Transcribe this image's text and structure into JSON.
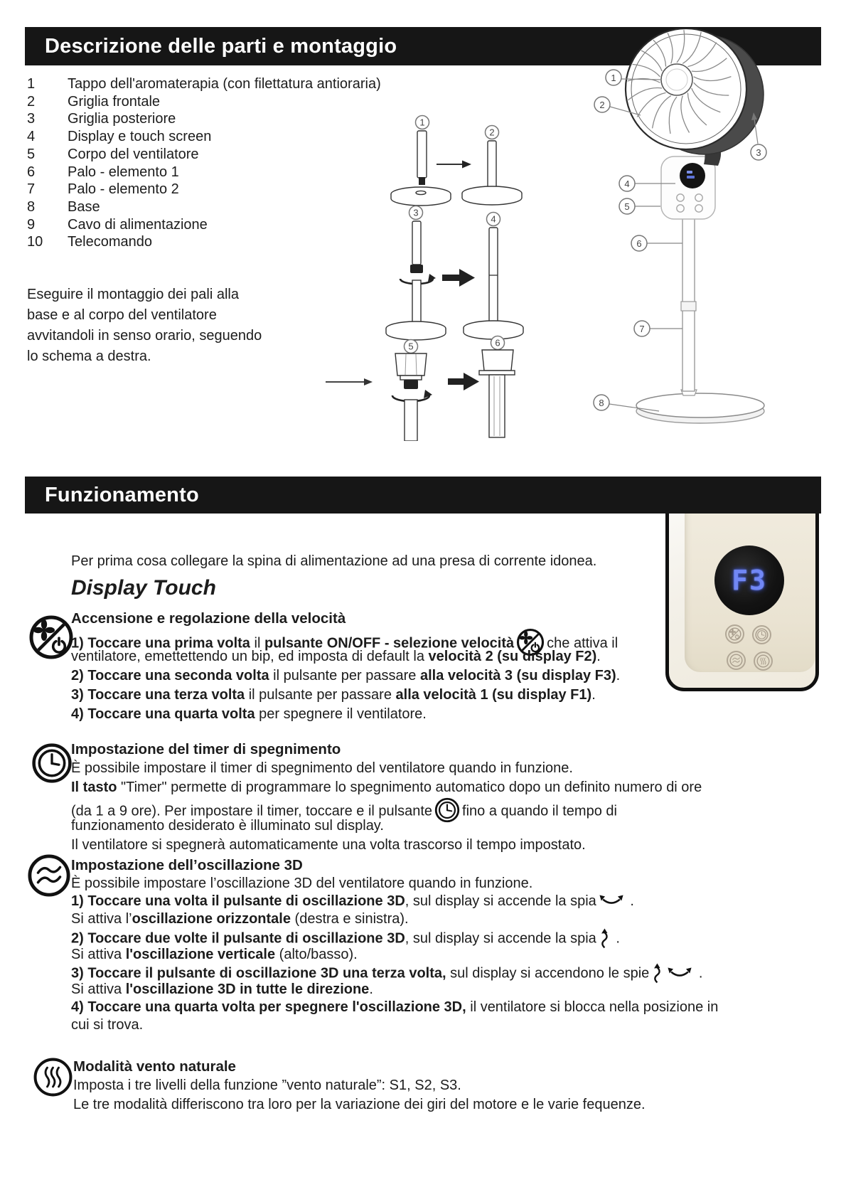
{
  "header": {
    "section1_title": "Descrizione delle parti e montaggio",
    "section2_title": "Funzionamento"
  },
  "parts": [
    {
      "num": "1",
      "label": "Tappo dell'aromaterapia (con filettatura antioraria)"
    },
    {
      "num": "2",
      "label": "Griglia frontale"
    },
    {
      "num": "3",
      "label": "Griglia posteriore"
    },
    {
      "num": "4",
      "label": "Display e touch screen"
    },
    {
      "num": "5",
      "label": "Corpo del ventilatore"
    },
    {
      "num": "6",
      "label": "Palo - elemento 1"
    },
    {
      "num": "7",
      "label": "Palo - elemento 2"
    },
    {
      "num": "8",
      "label": "Base"
    },
    {
      "num": "9",
      "label": "Cavo di alimentazione"
    },
    {
      "num": "10",
      "label": "Telecomando"
    }
  ],
  "assembly_note": [
    "Eseguire il montaggio dei pali alla",
    "base e al corpo del ventilatore",
    "avvitandoli in senso orario, seguendo",
    "lo schema a destra."
  ],
  "assembly_steps": [
    "1",
    "2",
    "3",
    "4",
    "5",
    "6"
  ],
  "fan_callouts": [
    "1",
    "2",
    "3",
    "4",
    "5",
    "6",
    "7",
    "8"
  ],
  "funzionamento": {
    "intro": "Per prima cosa collegare la spina di alimentazione ad una presa di corrente idonea.",
    "display_touch_heading": "Display Touch",
    "speed": {
      "heading": "Accensione e regolazione della velocità",
      "l1a": [
        [
          "1) Toccare una prima volta",
          1
        ],
        [
          " il ",
          0
        ],
        [
          "pulsante ON/OFF - selezione velocità",
          1
        ]
      ],
      "l1b": [
        [
          "che attiva il",
          0
        ]
      ],
      "l2": [
        [
          "ventilatore, emettettendo un bip, ed imposta di default la ",
          0
        ],
        [
          "velocità 2 (su display F2)",
          1
        ],
        [
          ".",
          0
        ]
      ],
      "l3": [
        [
          "2) Toccare una seconda volta",
          1
        ],
        [
          " il pulsante per passare ",
          0
        ],
        [
          "alla velocità 3 (su display F3)",
          1
        ],
        [
          ".",
          0
        ]
      ],
      "l4": [
        [
          "3) Toccare una terza volta",
          1
        ],
        [
          " il pulsante per passare ",
          0
        ],
        [
          "alla velocità 1 (su display F1)",
          1
        ],
        [
          ".",
          0
        ]
      ],
      "l5": [
        [
          "4) Toccare una quarta volta",
          1
        ],
        [
          " per spegnere il ventilatore.",
          0
        ]
      ]
    },
    "timer": {
      "heading": "Impostazione del timer di spegnimento",
      "l1": [
        [
          "È possibile impostare il timer di spegnimento del ventilatore quando in funzione.",
          0
        ]
      ],
      "l2": [
        [
          "Il tasto",
          1
        ],
        [
          " \"Timer\" permette di programmare lo spegnimento automatico dopo un definito numero di ore",
          0
        ]
      ],
      "l3a": [
        [
          "(da 1 a 9 ore).  Per impostare il timer, toccare e il pulsante",
          0
        ]
      ],
      "l3b": [
        [
          "fino a quando il tempo di",
          0
        ]
      ],
      "l4": [
        [
          "funzionamento desiderato è illuminato sul display.",
          0
        ]
      ],
      "l5": [
        [
          "Il ventilatore si spegnerà automaticamente una volta trascorso il tempo impostato.",
          0
        ]
      ]
    },
    "osc": {
      "heading": "Impostazione dell’oscillazione 3D",
      "l1": [
        [
          "È possibile impostare l’oscillazione 3D del ventilatore quando in funzione.",
          0
        ]
      ],
      "l2a": [
        [
          "1) Toccare una volta il pulsante di oscillazione 3D",
          1
        ],
        [
          ", sul display si accende la spia",
          0
        ]
      ],
      "l2b": [
        [
          " .",
          0
        ]
      ],
      "l3": [
        [
          "Si attiva l’",
          0
        ],
        [
          "oscillazione orizzontale",
          1
        ],
        [
          " (destra e sinistra).",
          0
        ]
      ],
      "l4a": [
        [
          "2) Toccare due volte il pulsante di oscillazione 3D",
          1
        ],
        [
          ", sul display si accende la spia",
          0
        ]
      ],
      "l4b": [
        [
          " .",
          0
        ]
      ],
      "l5": [
        [
          "Si attiva ",
          0
        ],
        [
          "l'oscillazione verticale",
          1
        ],
        [
          " (alto/basso).",
          0
        ]
      ],
      "l6a": [
        [
          "3) Toccare  il pulsante di oscillazione 3D una terza volta,",
          1
        ],
        [
          " sul display si accendono le spie",
          0
        ]
      ],
      "l6b": [
        [
          " .",
          0
        ]
      ],
      "l7": [
        [
          "Si attiva ",
          0
        ],
        [
          "l'oscillazione 3D in tutte le direzione",
          1
        ],
        [
          ".",
          0
        ]
      ],
      "l8": [
        [
          "4) Toccare una quarta volta per spegnere l'oscillazione 3D,",
          1
        ],
        [
          " il ventilatore si blocca nella posizione in",
          0
        ]
      ],
      "l9": [
        [
          "cui si trova.",
          0
        ]
      ]
    },
    "natural": {
      "heading": "Modalità vento naturale",
      "l1": [
        [
          "Imposta i tre livelli della funzione ”vento naturale”: S1, S2, S3.",
          0
        ]
      ],
      "l2": [
        [
          "Le tre modalità differiscono tra loro per la variazione dei giri del motore e le varie fequenze.",
          0
        ]
      ]
    }
  },
  "display_photo": {
    "value": "F3"
  },
  "colors": {
    "led_blue": "#7187f5",
    "bar_black": "#161616",
    "panel_cream": "#eae3d2"
  }
}
